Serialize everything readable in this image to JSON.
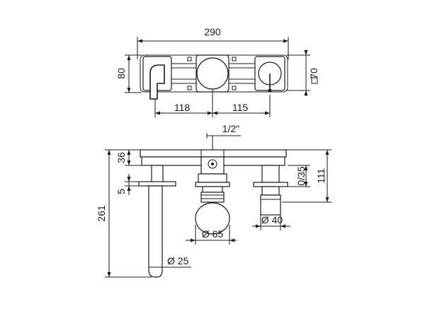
{
  "top_view": {
    "width": "290",
    "height": "80",
    "square": "70",
    "left_offset": "118",
    "right_offset": "115"
  },
  "front_view": {
    "thread": "1/2\"",
    "depth_top": "36",
    "small": "5",
    "total_height": "261",
    "diameter_knob": "Ø 65",
    "diameter_spout": "Ø 25",
    "diameter_handle": "Ø 40",
    "range": "0/35",
    "right_height": "111"
  }
}
